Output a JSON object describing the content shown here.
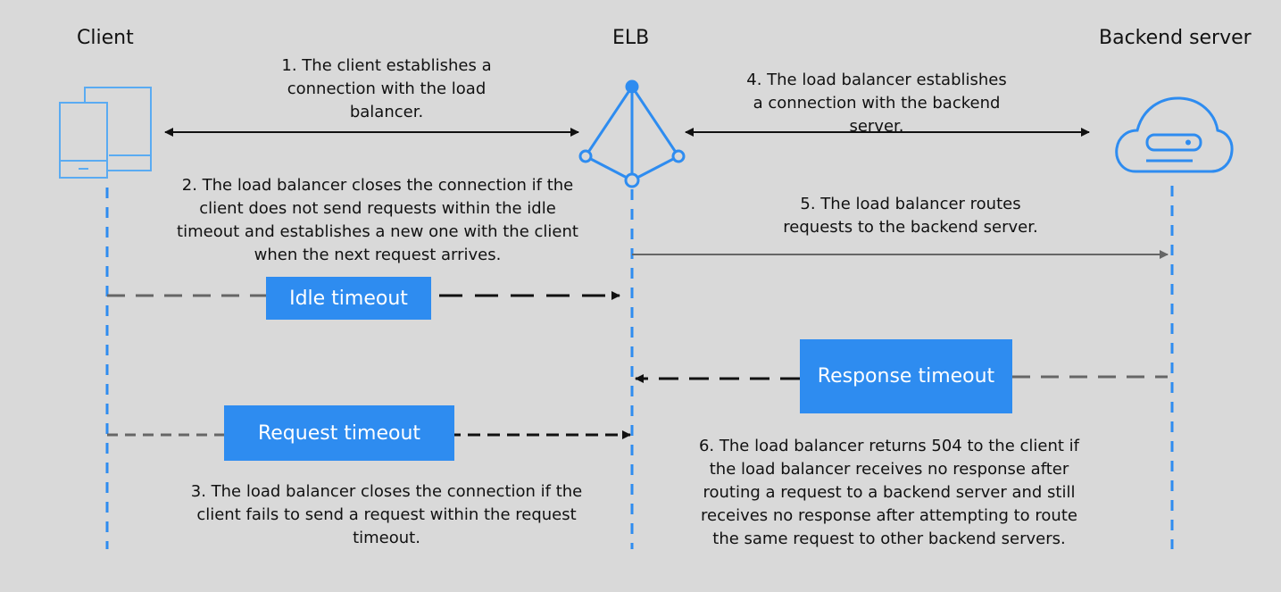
{
  "actors": {
    "client": "Client",
    "elb": "ELB",
    "backend": "Backend server"
  },
  "steps": {
    "step1": [
      "1. The client establishes a",
      "connection with the load",
      "balancer."
    ],
    "step2": [
      "2. The load balancer closes the connection if the",
      "client does not send requests within the idle",
      "timeout and establishes a new one with the client",
      "when the next request arrives."
    ],
    "step3": [
      "3. The load balancer closes the connection if the",
      "client fails to send a request within the request",
      "timeout."
    ],
    "step4": [
      "4. The load balancer establishes",
      "a connection with the backend",
      "server."
    ],
    "step5": [
      "5. The load balancer routes",
      "requests to the backend server."
    ],
    "step6": [
      "6. The load balancer returns 504 to the client if",
      "the load balancer receives no response after",
      "routing a request to a backend server and still",
      "receives no response after attempting to route",
      "the same request to other backend servers."
    ]
  },
  "timeouts": {
    "idle": "Idle timeout",
    "request": "Request timeout",
    "response": "Response timeout"
  },
  "colors": {
    "background": "#d9d9d9",
    "accent": "#2e8cf0",
    "icon_blue": "#5aabf2",
    "arrow_dark": "#111111",
    "arrow_gray": "#666666"
  }
}
